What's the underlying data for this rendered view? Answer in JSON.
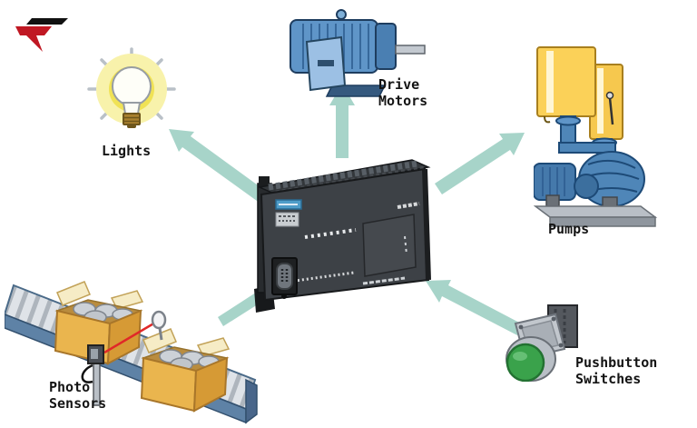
{
  "labels": {
    "lights": "Lights",
    "drive_motors": "Drive\nMotors",
    "pumps": "Pumps",
    "photo_sensors": "Photo\nSensors",
    "pushbutton_switches": "Pushbutton\nSwitches"
  },
  "diagram": {
    "type": "plc-io-diagram",
    "center": {
      "id": "plc",
      "description": "PLC controller unit"
    },
    "nodes": [
      {
        "id": "lights",
        "label": "Lights",
        "role": "output"
      },
      {
        "id": "drive-motors",
        "label": "Drive Motors",
        "role": "output"
      },
      {
        "id": "pumps",
        "label": "Pumps",
        "role": "output"
      },
      {
        "id": "photo-sensors",
        "label": "Photo Sensors",
        "role": "input"
      },
      {
        "id": "pushbutton-switches",
        "label": "Pushbutton Switches",
        "role": "input"
      }
    ],
    "connections": [
      {
        "from": "plc",
        "to": "lights"
      },
      {
        "from": "plc",
        "to": "drive-motors"
      },
      {
        "from": "plc",
        "to": "pumps"
      },
      {
        "from": "photo-sensors",
        "to": "plc"
      },
      {
        "from": "pushbutton-switches",
        "to": "plc"
      }
    ]
  },
  "colors": {
    "arrow_teal": "#a7d4c9",
    "logo_red": "#c01823",
    "logo_black": "#111111",
    "bulb_glow": "#f0e255",
    "motor_blue": "#5f95c8",
    "tank_yellow": "#fbd158",
    "button_green": "#3aa24b",
    "laser_red": "#e02828",
    "conveyor_blue": "#5e82a6",
    "label_text": "#141414"
  }
}
